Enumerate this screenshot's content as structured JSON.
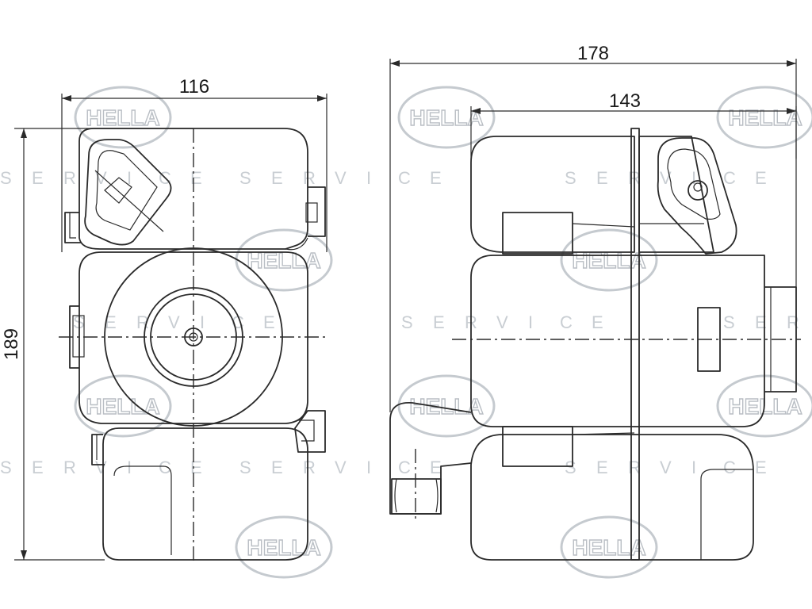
{
  "watermark": {
    "logo": "HELLA",
    "tagline": [
      "S",
      "E",
      "R",
      "V",
      "I",
      "C",
      "E"
    ]
  },
  "dimensions": {
    "front_width": "116",
    "front_height": "189",
    "side_total_width": "178",
    "side_body_width": "143"
  },
  "colors": {
    "line": "#2a2a2a",
    "watermark": "#c5cacf"
  }
}
